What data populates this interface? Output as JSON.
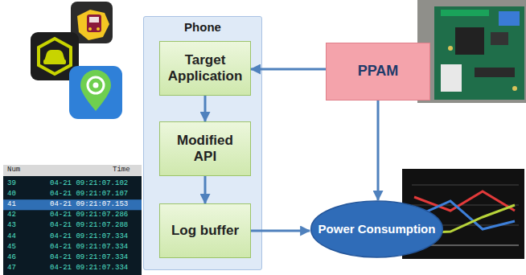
{
  "diagram": {
    "nodes": [
      {
        "text": [
          "Phone"
        ]
      },
      {
        "text": [
          "Target Application"
        ],
        "in": 0
      },
      {
        "text": [
          "Modified API"
        ],
        "in": 0
      },
      {
        "text": [
          "Log buffer"
        ],
        "in": 0
      },
      {
        "text": [
          "PPAM"
        ]
      },
      {
        "text": [
          "Power Consumption"
        ]
      }
    ],
    "edges": [
      {
        "from": 4,
        "to": 1,
        "arrow": "to"
      },
      {
        "from": 4,
        "to": 5,
        "arrow": "to"
      },
      {
        "from": 1,
        "to": 2,
        "arrow": "to"
      },
      {
        "from": 2,
        "to": 3,
        "arrow": "to"
      },
      {
        "from": 3,
        "to": 5,
        "arrow": "to"
      }
    ],
    "labels": [
      "Num",
      "Time",
      "39",
      "04-21 09:21:07.102",
      "40",
      "04-21 09:21:07.107",
      "41",
      "04-21 09:21:07.153",
      "42",
      "04-21 09:21:07.286",
      "43",
      "04-21 09:21:07.288",
      "44",
      "04-21 09:21:07.334",
      "45",
      "04-21 09:21:07.334",
      "46",
      "04-21 09:21:07.334",
      "47",
      "04-21 09:21:07.334"
    ]
  }
}
